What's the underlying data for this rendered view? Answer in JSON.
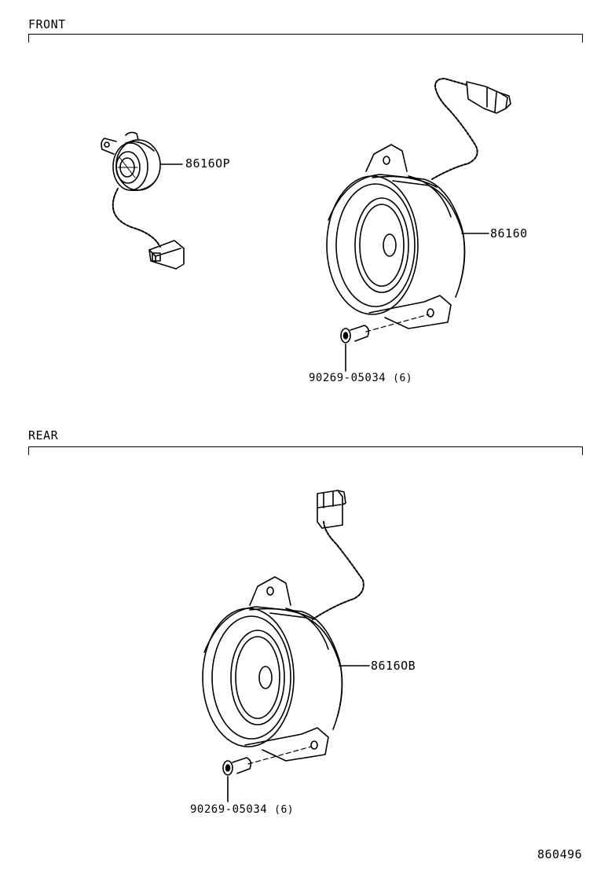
{
  "sections": {
    "front": "FRONT",
    "rear": "REAR"
  },
  "parts": {
    "tweeter": "8616OP",
    "front_speaker": "86160",
    "front_screw": "90269-05034",
    "front_screw_qty": "(6)",
    "rear_speaker": "8616OB",
    "rear_screw": "90269-05034",
    "rear_screw_qty": "(6)"
  },
  "diagram_id": "860496"
}
